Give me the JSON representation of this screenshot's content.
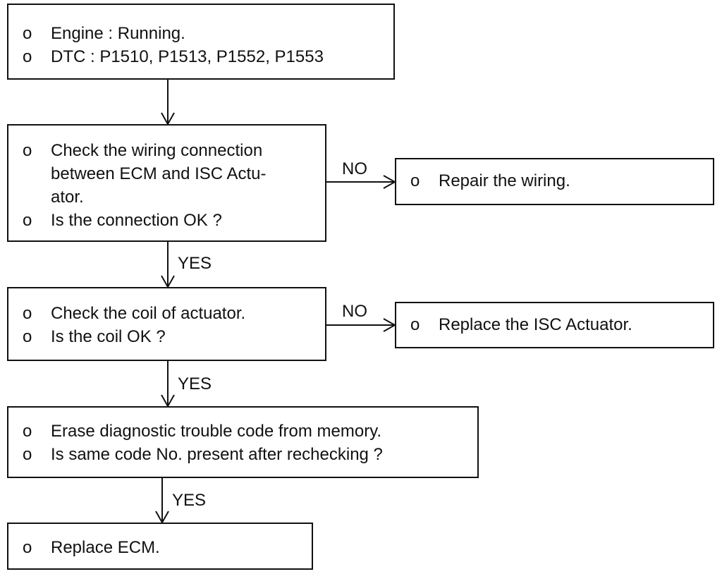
{
  "bullet": "o",
  "boxes": {
    "start": {
      "lines": [
        "Engine : Running.",
        "DTC : P1510, P1513, P1552, P1553"
      ]
    },
    "check_wiring": {
      "lines": [
        "Check the wiring connection",
        "between ECM and ISC Actu-",
        "ator.",
        "Is the connection OK ?"
      ]
    },
    "repair_wiring": {
      "lines": [
        "Repair the wiring."
      ]
    },
    "check_coil": {
      "lines": [
        "Check the coil of actuator.",
        "Is the coil OK ?"
      ]
    },
    "replace_actuator": {
      "lines": [
        "Replace the ISC Actuator."
      ]
    },
    "erase_code": {
      "lines": [
        "Erase diagnostic trouble code from memory.",
        "Is same code No. present after rechecking ?"
      ]
    },
    "replace_ecm": {
      "lines": [
        "Replace ECM."
      ]
    }
  },
  "edge_labels": {
    "wiring_no": "NO",
    "wiring_yes": "YES",
    "coil_no": "NO",
    "coil_yes": "YES",
    "erase_yes": "YES"
  }
}
